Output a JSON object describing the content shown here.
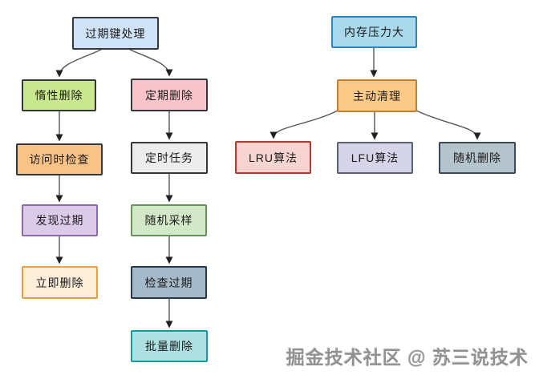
{
  "diagram": {
    "background": "#ffffff",
    "title_semantic": "Redis expired key handling and memory pressure cleanup flowchart"
  },
  "connectors": {
    "stroke": "#555555",
    "arrow_fill": "#222222"
  },
  "watermark": {
    "text": "掘金技术社区 @ 苏三说技术",
    "color": "#919191"
  },
  "nodes": [
    {
      "id": "expired-key-handling",
      "label": "过期键处理",
      "fill": "#cfe2f7",
      "border": "#33383d"
    },
    {
      "id": "lazy-delete",
      "label": "惰性删除",
      "fill": "#c9e78e",
      "border": "#33383d"
    },
    {
      "id": "periodic-delete",
      "label": "定期删除",
      "fill": "#f8c5ca",
      "border": "#33383d"
    },
    {
      "id": "check-on-access",
      "label": "访问时检查",
      "fill": "#f9c387",
      "border": "#33383d"
    },
    {
      "id": "scheduled-task",
      "label": "定时任务",
      "fill": "#ececec",
      "border": "#33383d"
    },
    {
      "id": "find-expired",
      "label": "发现过期",
      "fill": "#dccae9",
      "border": "#8e6aa8"
    },
    {
      "id": "random-sampling",
      "label": "随机采样",
      "fill": "#d3e8c8",
      "border": "#67925c"
    },
    {
      "id": "delete-immediately",
      "label": "立即删除",
      "fill": "#fdeeda",
      "border": "#e2a146"
    },
    {
      "id": "check-expired",
      "label": "检查过期",
      "fill": "#a6b9c8",
      "border": "#23374d"
    },
    {
      "id": "batch-delete",
      "label": "批量删除",
      "fill": "#aee0e2",
      "border": "#139aa1"
    },
    {
      "id": "memory-pressure",
      "label": "内存压力大",
      "fill": "#a9d9eb",
      "border": "#2e86c1"
    },
    {
      "id": "active-cleanup",
      "label": "主动清理",
      "fill": "#fac987",
      "border": "#c87f2f"
    },
    {
      "id": "lru-algorithm",
      "label": "LRU算法",
      "fill": "#f8d4d1",
      "border": "#b03a30"
    },
    {
      "id": "lfu-algorithm",
      "label": "LFU算法",
      "fill": "#d6d4e9",
      "border": "#5b6070"
    },
    {
      "id": "random-delete",
      "label": "随机删除",
      "fill": "#b5c3cd",
      "border": "#3a4a58"
    }
  ]
}
